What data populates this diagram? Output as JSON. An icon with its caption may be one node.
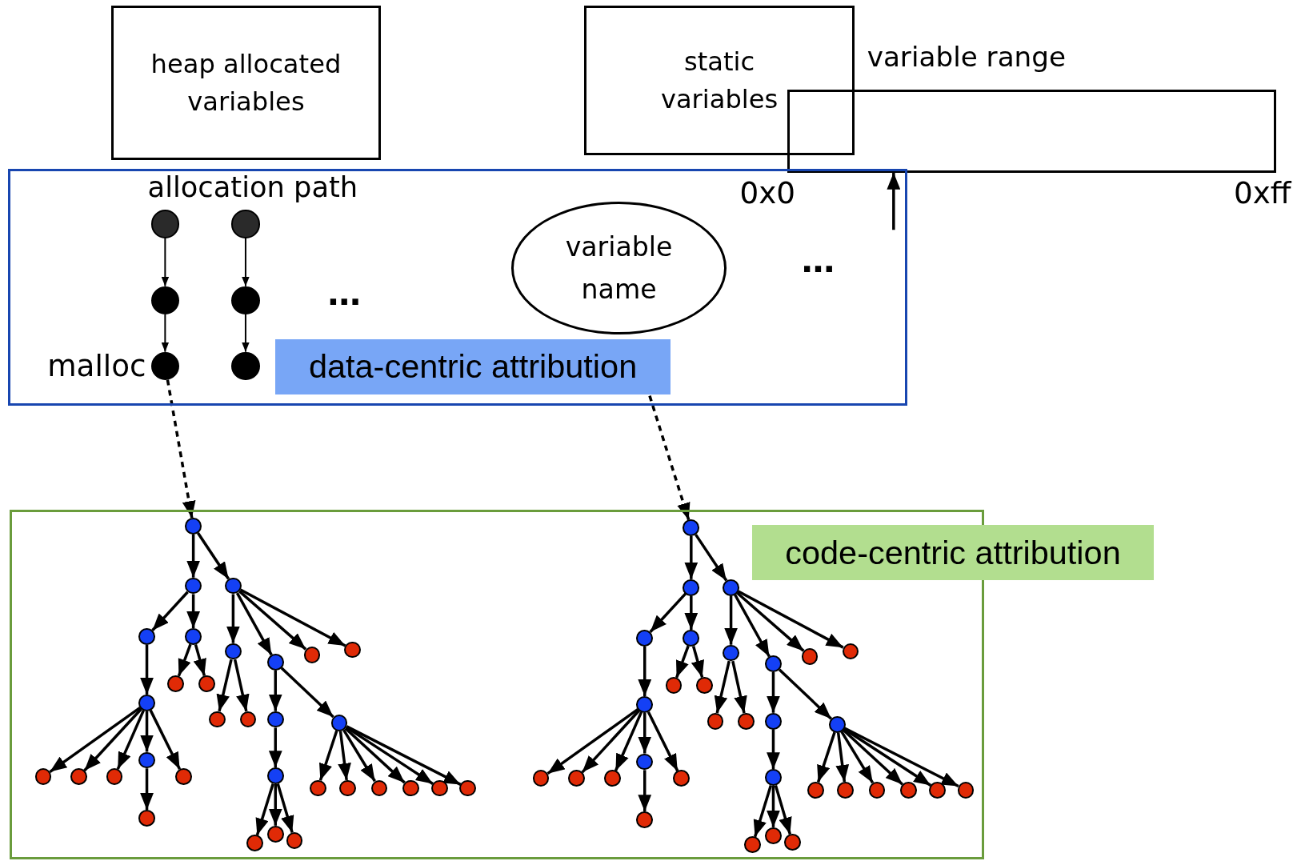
{
  "diagram": {
    "nodes": [
      {
        "text": [
          "heap allocated variables"
        ]
      },
      {
        "text": [
          "static variables"
        ]
      },
      {
        "text": [
          "variable range"
        ],
        "beside": [
          "0x0",
          "0xff"
        ]
      },
      {
        "text": [],
        "shape": "box"
      },
      {
        "text": [
          "data-centric attribution"
        ],
        "in": 3
      },
      {
        "text": [],
        "shape": "circle",
        "in": 3
      },
      {
        "text": [],
        "shape": "circle",
        "in": 3
      },
      {
        "text": [],
        "shape": "circle",
        "in": 3,
        "beside": [
          "malloc"
        ]
      },
      {
        "text": [],
        "shape": "circle",
        "in": 3
      },
      {
        "text": [],
        "shape": "circle",
        "in": 3
      },
      {
        "text": [],
        "shape": "circle",
        "in": 3
      },
      {
        "text": [
          "variable name"
        ],
        "in": 3
      },
      {
        "text": [],
        "shape": "box"
      },
      {
        "text": [
          "code-centric attribution"
        ]
      },
      {
        "text": [],
        "shape": "circle",
        "in": 12
      },
      {
        "text": [],
        "shape": "circle",
        "in": 12
      },
      {
        "text": [],
        "shape": "circle",
        "in": 12
      },
      {
        "text": [],
        "shape": "circle",
        "in": 12
      },
      {
        "text": [],
        "shape": "circle",
        "in": 12
      },
      {
        "text": [],
        "shape": "circle",
        "in": 12
      },
      {
        "text": [],
        "shape": "circle",
        "in": 12
      },
      {
        "text": [],
        "shape": "circle",
        "in": 12
      },
      {
        "text": [],
        "shape": "circle",
        "in": 12
      },
      {
        "text": [],
        "shape": "circle",
        "in": 12
      },
      {
        "text": [],
        "shape": "circle",
        "in": 12
      },
      {
        "text": [],
        "shape": "circle",
        "in": 12
      },
      {
        "text": [],
        "shape": "circle",
        "in": 12
      },
      {
        "text": [],
        "shape": "circle",
        "in": 12
      },
      {
        "text": [],
        "shape": "circle",
        "in": 12
      },
      {
        "text": [],
        "shape": "circle",
        "in": 12
      },
      {
        "text": [],
        "shape": "circle",
        "in": 12
      },
      {
        "text": [],
        "shape": "circle",
        "in": 12
      },
      {
        "text": [],
        "shape": "circle",
        "in": 12
      },
      {
        "text": [],
        "shape": "circle",
        "in": 12
      },
      {
        "text": [],
        "shape": "circle",
        "in": 12
      },
      {
        "text": [],
        "shape": "circle",
        "in": 12
      },
      {
        "text": [],
        "shape": "circle",
        "in": 12
      },
      {
        "text": [],
        "shape": "circle",
        "in": 12
      },
      {
        "text": [],
        "shape": "circle",
        "in": 12
      },
      {
        "text": [],
        "shape": "circle",
        "in": 12
      },
      {
        "text": [],
        "shape": "circle",
        "in": 12
      },
      {
        "text": [],
        "shape": "circle",
        "in": 12
      },
      {
        "text": [],
        "shape": "circle",
        "in": 12
      },
      {
        "text": [],
        "shape": "circle",
        "in": 12
      },
      {
        "text": [],
        "shape": "circle",
        "in": 12
      },
      {
        "text": [],
        "shape": "circle",
        "in": 12
      },
      {
        "text": [],
        "shape": "circle",
        "in": 12
      },
      {
        "text": [],
        "shape": "circle",
        "in": 12
      },
      {
        "text": [],
        "shape": "circle",
        "in": 12
      },
      {
        "text": [],
        "shape": "circle",
        "in": 12
      },
      {
        "text": [],
        "shape": "circle",
        "in": 12
      },
      {
        "text": [],
        "shape": "circle",
        "in": 12
      },
      {
        "text": [],
        "shape": "circle",
        "in": 12
      },
      {
        "text": [],
        "shape": "circle",
        "in": 12
      },
      {
        "text": [],
        "shape": "circle",
        "in": 12
      },
      {
        "text": [],
        "shape": "circle",
        "in": 12
      },
      {
        "text": [],
        "shape": "circle",
        "in": 12
      },
      {
        "text": [],
        "shape": "circle",
        "in": 12
      },
      {
        "text": [],
        "shape": "circle",
        "in": 12
      },
      {
        "text": [],
        "shape": "circle",
        "in": 12
      },
      {
        "text": [],
        "shape": "circle",
        "in": 12
      },
      {
        "text": [],
        "shape": "circle",
        "in": 12
      },
      {
        "text": [],
        "shape": "circle",
        "in": 12
      },
      {
        "text": [],
        "shape": "circle",
        "in": 12
      },
      {
        "text": [],
        "shape": "circle",
        "in": 12
      },
      {
        "text": [],
        "shape": "circle",
        "in": 12
      },
      {
        "text": [],
        "shape": "circle",
        "in": 12
      },
      {
        "text": [],
        "shape": "circle",
        "in": 12
      },
      {
        "text": [],
        "shape": "circle",
        "in": 12
      },
      {
        "text": [],
        "shape": "circle",
        "in": 12
      },
      {
        "text": [],
        "shape": "circle",
        "in": 12
      },
      {
        "text": [],
        "shape": "circle",
        "in": 12
      },
      {
        "text": [],
        "shape": "circle",
        "in": 12
      },
      {
        "text": [],
        "shape": "circle",
        "in": 12
      },
      {
        "text": [],
        "shape": "circle",
        "in": 12
      },
      {
        "text": [],
        "shape": "circle",
        "in": 12
      },
      {
        "text": [],
        "shape": "circle",
        "in": 12
      },
      {
        "text": [],
        "shape": "circle",
        "in": 12
      }
    ],
    "edges": [
      {
        "from": 5,
        "to": 6,
        "arrow": "to"
      },
      {
        "from": 6,
        "to": 7,
        "arrow": "to"
      },
      {
        "from": 8,
        "to": 9,
        "arrow": "to"
      },
      {
        "from": 9,
        "to": 10,
        "arrow": "to"
      },
      {
        "from": 3,
        "to": 2,
        "arrow": "to"
      },
      {
        "from": 7,
        "to": 14,
        "arrow": "to",
        "style": "dashed"
      },
      {
        "from": 4,
        "to": 46,
        "arrow": "to",
        "style": "dashed"
      },
      {
        "from": 14,
        "to": 15,
        "arrow": "to"
      },
      {
        "from": 14,
        "to": 16,
        "arrow": "to"
      },
      {
        "from": 15,
        "to": 17,
        "arrow": "to"
      },
      {
        "from": 15,
        "to": 18,
        "arrow": "to"
      },
      {
        "from": 16,
        "to": 19,
        "arrow": "to"
      },
      {
        "from": 16,
        "to": 20,
        "arrow": "to"
      },
      {
        "from": 16,
        "to": 21,
        "arrow": "to"
      },
      {
        "from": 16,
        "to": 22,
        "arrow": "to"
      },
      {
        "from": 18,
        "to": 23,
        "arrow": "to"
      },
      {
        "from": 18,
        "to": 24,
        "arrow": "to"
      },
      {
        "from": 17,
        "to": 25,
        "arrow": "to"
      },
      {
        "from": 19,
        "to": 26,
        "arrow": "to"
      },
      {
        "from": 19,
        "to": 27,
        "arrow": "to"
      },
      {
        "from": 20,
        "to": 28,
        "arrow": "to"
      },
      {
        "from": 20,
        "to": 29,
        "arrow": "to"
      },
      {
        "from": 25,
        "to": 32,
        "arrow": "to"
      },
      {
        "from": 25,
        "to": 33,
        "arrow": "to"
      },
      {
        "from": 25,
        "to": 34,
        "arrow": "to"
      },
      {
        "from": 25,
        "to": 30,
        "arrow": "to"
      },
      {
        "from": 25,
        "to": 35,
        "arrow": "to"
      },
      {
        "from": 30,
        "to": 42,
        "arrow": "to"
      },
      {
        "from": 28,
        "to": 31,
        "arrow": "to"
      },
      {
        "from": 31,
        "to": 43,
        "arrow": "to"
      },
      {
        "from": 31,
        "to": 44,
        "arrow": "to"
      },
      {
        "from": 31,
        "to": 45,
        "arrow": "to"
      },
      {
        "from": 29,
        "to": 36,
        "arrow": "to"
      },
      {
        "from": 29,
        "to": 37,
        "arrow": "to"
      },
      {
        "from": 29,
        "to": 38,
        "arrow": "to"
      },
      {
        "from": 29,
        "to": 39,
        "arrow": "to"
      },
      {
        "from": 29,
        "to": 40,
        "arrow": "to"
      },
      {
        "from": 29,
        "to": 41,
        "arrow": "to"
      },
      {
        "from": 46,
        "to": 47,
        "arrow": "to"
      },
      {
        "from": 46,
        "to": 48,
        "arrow": "to"
      },
      {
        "from": 47,
        "to": 49,
        "arrow": "to"
      },
      {
        "from": 47,
        "to": 50,
        "arrow": "to"
      },
      {
        "from": 48,
        "to": 51,
        "arrow": "to"
      },
      {
        "from": 48,
        "to": 52,
        "arrow": "to"
      },
      {
        "from": 48,
        "to": 53,
        "arrow": "to"
      },
      {
        "from": 48,
        "to": 54,
        "arrow": "to"
      },
      {
        "from": 50,
        "to": 55,
        "arrow": "to"
      },
      {
        "from": 50,
        "to": 56,
        "arrow": "to"
      },
      {
        "from": 49,
        "to": 57,
        "arrow": "to"
      },
      {
        "from": 51,
        "to": 58,
        "arrow": "to"
      },
      {
        "from": 51,
        "to": 59,
        "arrow": "to"
      },
      {
        "from": 52,
        "to": 60,
        "arrow": "to"
      },
      {
        "from": 52,
        "to": 61,
        "arrow": "to"
      },
      {
        "from": 57,
        "to": 64,
        "arrow": "to"
      },
      {
        "from": 57,
        "to": 65,
        "arrow": "to"
      },
      {
        "from": 57,
        "to": 66,
        "arrow": "to"
      },
      {
        "from": 57,
        "to": 62,
        "arrow": "to"
      },
      {
        "from": 57,
        "to": 67,
        "arrow": "to"
      },
      {
        "from": 62,
        "to": 74,
        "arrow": "to"
      },
      {
        "from": 60,
        "to": 63,
        "arrow": "to"
      },
      {
        "from": 63,
        "to": 75,
        "arrow": "to"
      },
      {
        "from": 63,
        "to": 76,
        "arrow": "to"
      },
      {
        "from": 63,
        "to": 77,
        "arrow": "to"
      },
      {
        "from": 61,
        "to": 68,
        "arrow": "to"
      },
      {
        "from": 61,
        "to": 69,
        "arrow": "to"
      },
      {
        "from": 61,
        "to": 70,
        "arrow": "to"
      },
      {
        "from": 61,
        "to": 71,
        "arrow": "to"
      },
      {
        "from": 61,
        "to": 72,
        "arrow": "to"
      },
      {
        "from": 61,
        "to": 73,
        "arrow": "to"
      }
    ],
    "labels": [
      "allocation path",
      "…",
      "…"
    ]
  }
}
